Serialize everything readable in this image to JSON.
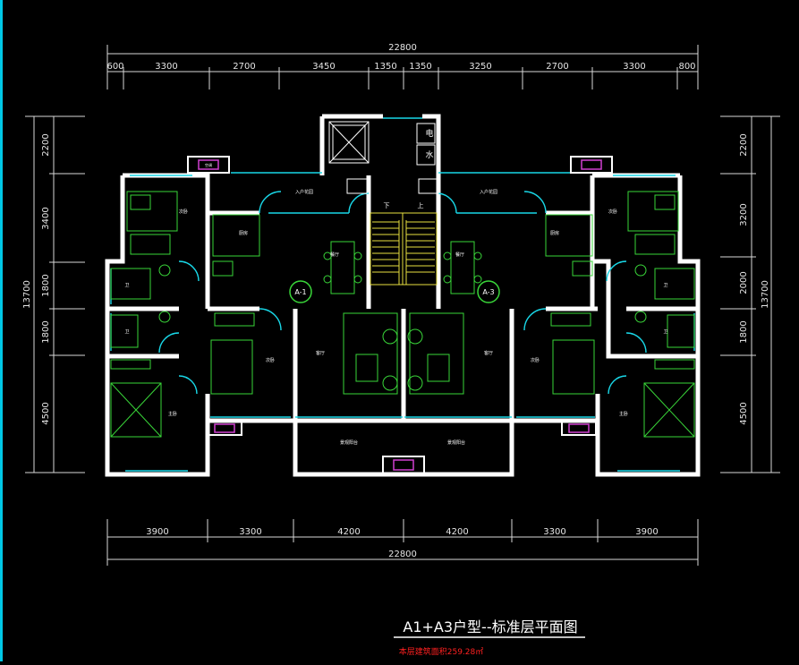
{
  "colors": {
    "background": "#000000",
    "wall": "#ffffff",
    "window": "#19d8e8",
    "furniture": "#39d639",
    "stair": "#e8e040",
    "ac_unit": "#d040d0",
    "title": "#ffffff",
    "area_note": "#ff2020"
  },
  "dimensions": {
    "top_total": "22800",
    "top_segments": [
      "600",
      "3300",
      "2700",
      "3450",
      "1350",
      "1350",
      "3250",
      "2700",
      "3300",
      "800"
    ],
    "bottom_total": "22800",
    "bottom_segments": [
      "3900",
      "3300",
      "4200",
      "4200",
      "3300",
      "3900"
    ],
    "left_total": "13700",
    "left_segments": [
      "2200",
      "3400",
      "1800",
      "1800",
      "4500"
    ],
    "right_total": "13700",
    "right_segments": [
      "2200",
      "3200",
      "2000",
      "1800",
      "4500"
    ]
  },
  "labels": {
    "unit_a1": "A-1",
    "unit_a3": "A-3",
    "elec": "电",
    "water": "水",
    "down": "下",
    "up": "上",
    "entry_left": "入户花园",
    "entry_right": "入户花园",
    "balcony_left": "景观阳台",
    "balcony_right": "景观阳台",
    "bedroom_label": "次卧",
    "master_label": "主卧",
    "living_label": "客厅",
    "dining_label": "餐厅",
    "kitchen_label": "厨房",
    "toilet_label": "卫",
    "ac_label": "空调"
  },
  "title": {
    "main": "A1+A3户型--标准层平面图",
    "area": "本层建筑面积259.28㎡"
  }
}
